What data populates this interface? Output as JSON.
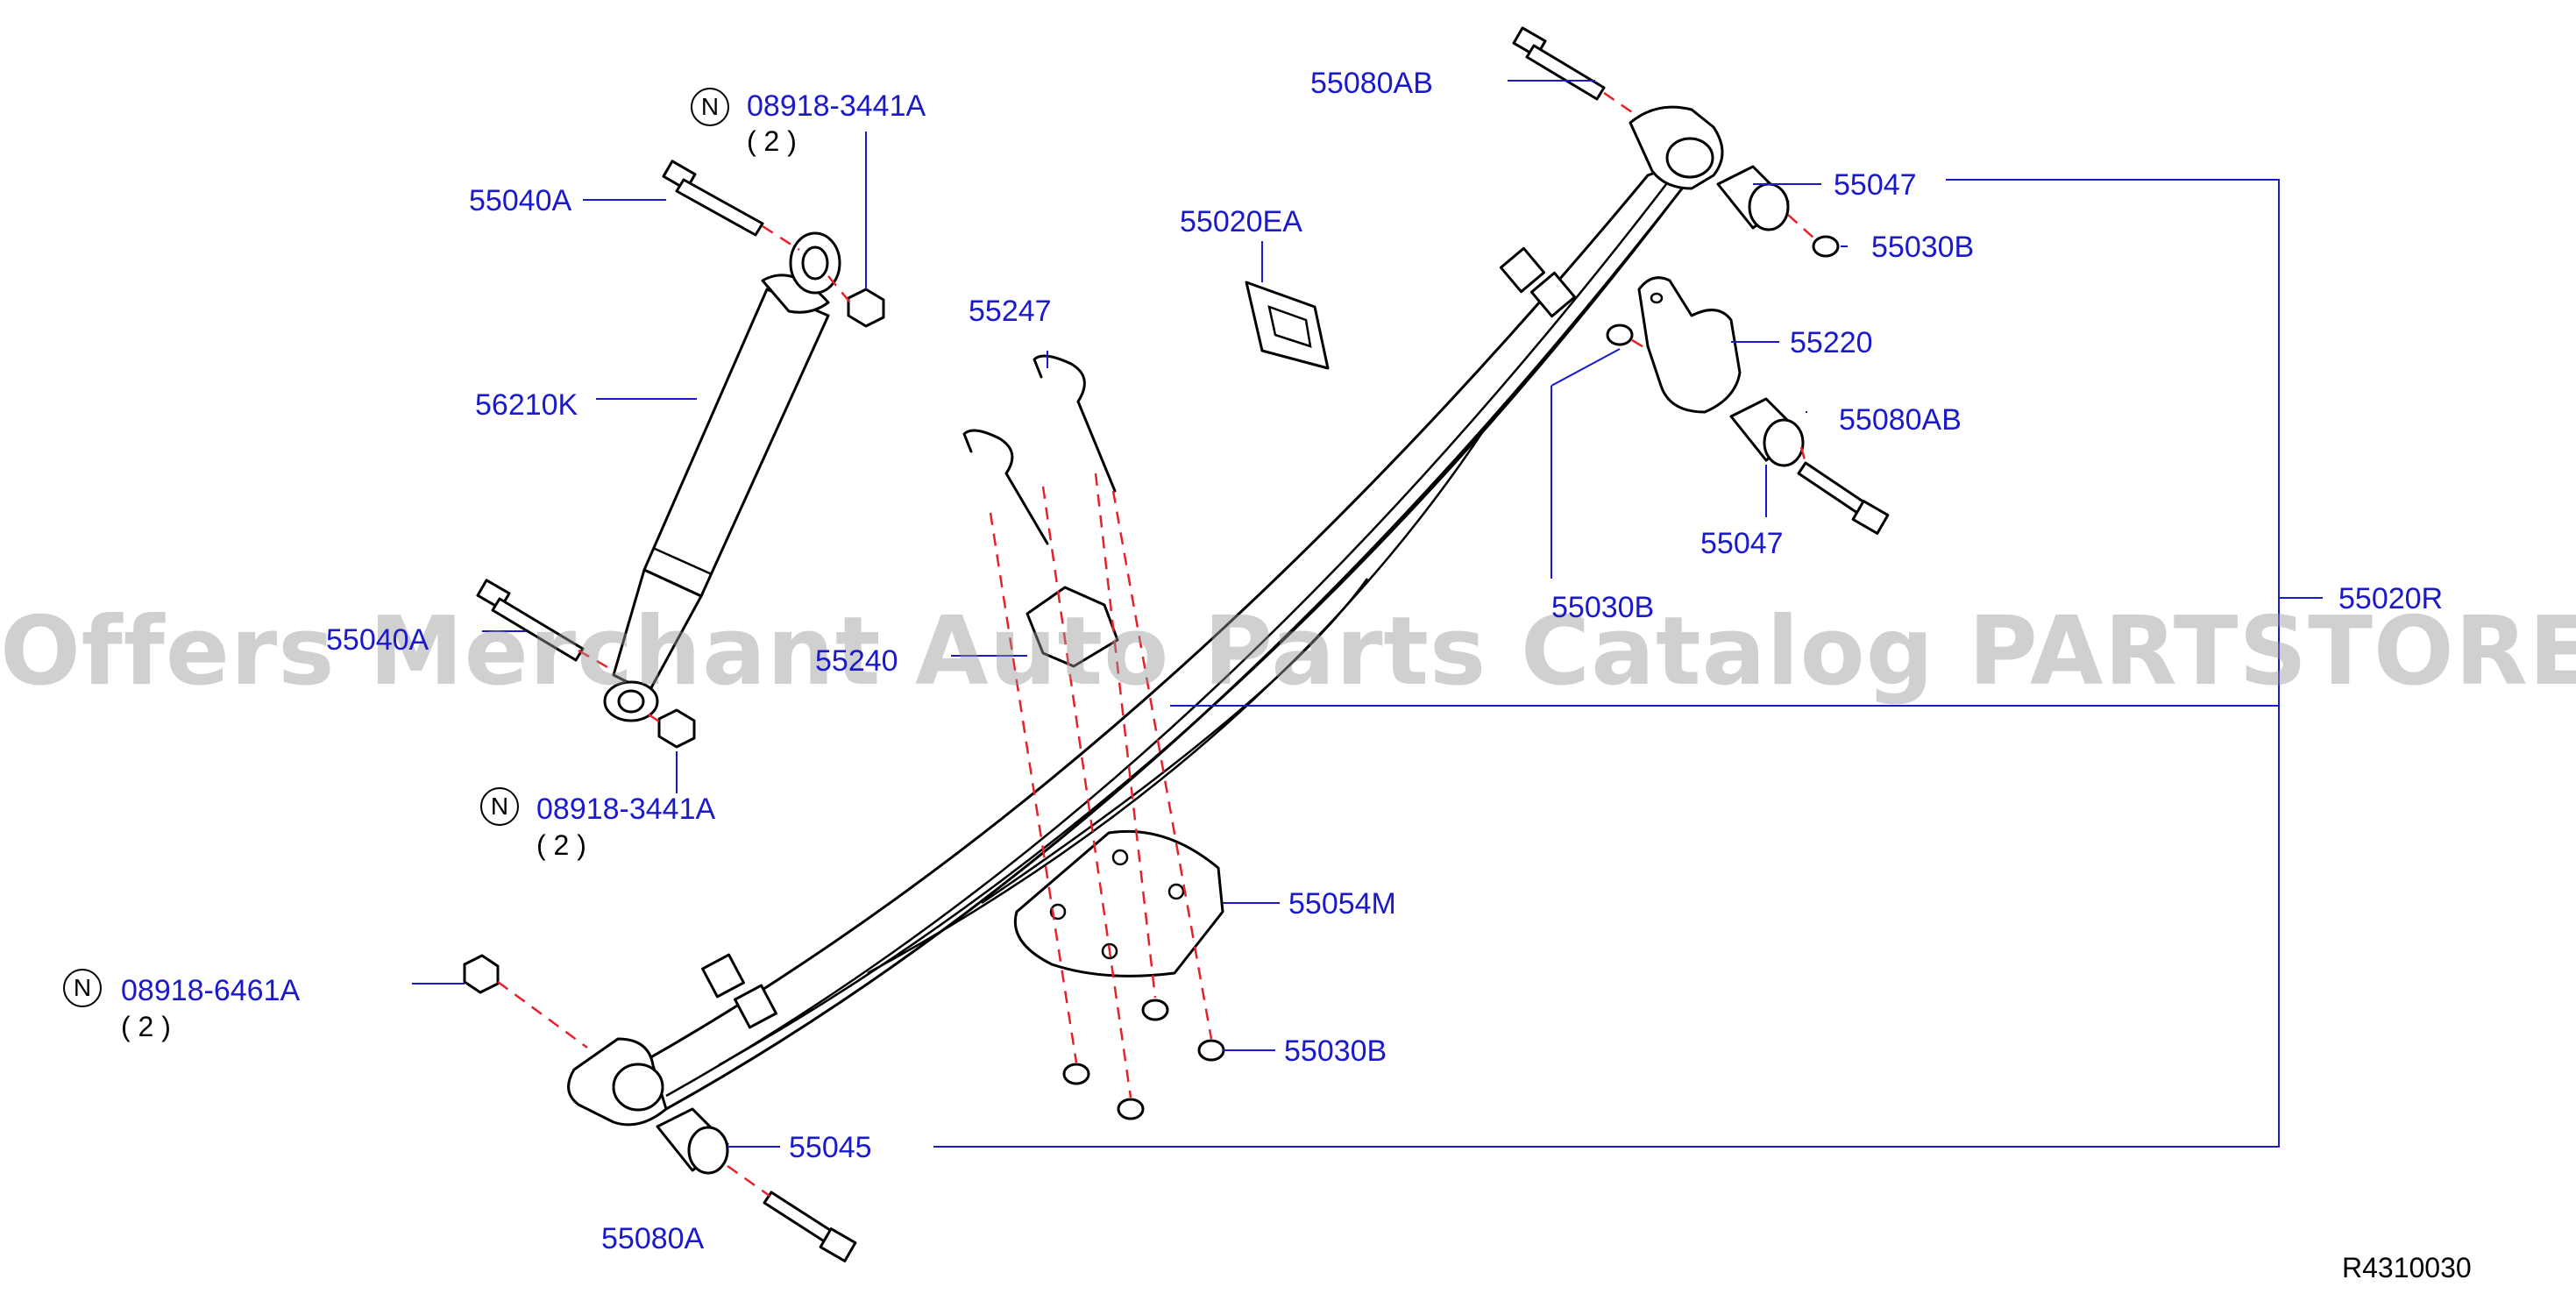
{
  "watermark": "Offers Merchant Auto Parts Catalog PARTSTORE.SA",
  "diagram_ref": "R4310030",
  "n_mark": "N",
  "labels": {
    "p55080AB_top": "55080AB",
    "p08918_3441A_top": "08918-3441A",
    "p08918_3441A_top_qty": "( 2 )",
    "p55040A_top": "55040A",
    "p55020EA": "55020EA",
    "p55047_top": "55047",
    "p55030B_top": "55030B",
    "p55247": "55247",
    "p56210K": "56210K",
    "p55220": "55220",
    "p55080AB_mid": "55080AB",
    "p55047_mid": "55047",
    "p55030B_mid": "55030B",
    "p55040A_bot": "55040A",
    "p55240": "55240",
    "p55020R": "55020R",
    "p08918_3441A_bot": "08918-3441A",
    "p08918_3441A_bot_qty": "( 2 )",
    "p55054M": "55054M",
    "p08918_6461A": "08918-6461A",
    "p08918_6461A_qty": "( 2 )",
    "p55030B_bot": "55030B",
    "p55045": "55045",
    "p55080A": "55080A"
  }
}
